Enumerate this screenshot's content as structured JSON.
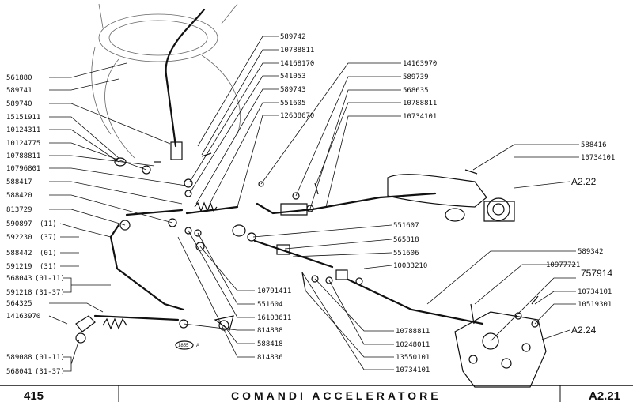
{
  "footer": {
    "page_number": "415",
    "title": "COMANDI ACCELERATORE",
    "code": "A2.21"
  },
  "stamp": "1855",
  "stamp_suffix": "A",
  "refs": [
    "A2.22",
    "A2.24",
    "757914"
  ],
  "labels_left": [
    {
      "num": "561880"
    },
    {
      "num": "589741"
    },
    {
      "num": "589740"
    },
    {
      "num": "15151911"
    },
    {
      "num": "10124311"
    },
    {
      "num": "10124775"
    },
    {
      "num": "10788811"
    },
    {
      "num": "10796801"
    },
    {
      "num": "588417"
    },
    {
      "num": "588420"
    },
    {
      "num": "813729"
    },
    {
      "num": "590897",
      "tag": "(11)"
    },
    {
      "num": "592230",
      "tag": "(37)"
    },
    {
      "num": "588442",
      "tag": "(01)"
    },
    {
      "num": "591219",
      "tag": "(31)"
    },
    {
      "num": "568043",
      "tag": "(01-11)"
    },
    {
      "num": "591218",
      "tag": "(31-37)"
    },
    {
      "num": "564325"
    },
    {
      "num": "14163970"
    },
    {
      "num": "589088",
      "tag": "(01-11)"
    },
    {
      "num": "568041",
      "tag": "(31-37)"
    }
  ],
  "labels_top_mid": [
    "589742",
    "10788811",
    "14168170",
    "541053",
    "589743",
    "551605",
    "12638670"
  ],
  "labels_top_right": [
    "14163970",
    "589739",
    "568635",
    "10788811",
    "10734101"
  ],
  "labels_right_upper": [
    "588416",
    "10734101"
  ],
  "labels_mid_right": [
    "551607",
    "565818",
    "551606",
    "10033210"
  ],
  "labels_right_lower": [
    "589342",
    "10977721",
    "10734101",
    "10519301"
  ],
  "labels_bottom_center": [
    "10791411",
    "551604",
    "16103611",
    "814838",
    "588418",
    "814836"
  ],
  "labels_bottom_right": [
    "10788811",
    "10248011",
    "13550101",
    "10734101"
  ]
}
